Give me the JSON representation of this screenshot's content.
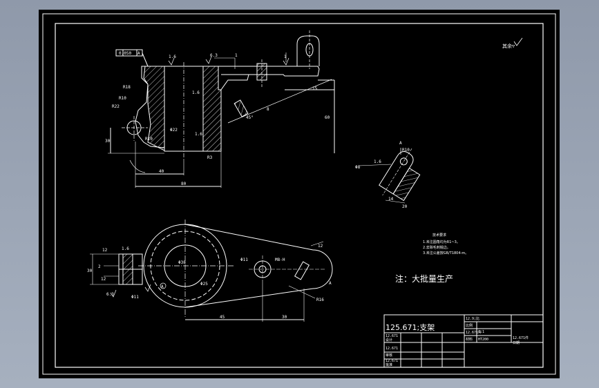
{
  "drawing": {
    "part_code_name": "125.671;支架",
    "production_note": "注：大批量生产",
    "roughness_symbol": "其余▽",
    "tech_req": {
      "title": "技术要求",
      "items": [
        "1.未注圆角均为R1~3。",
        "2.去除毛刺锐边。",
        "3.未注公差按GB/T1804-m。"
      ]
    },
    "title_block": {
      "code_top": "12.9;比",
      "code_mid": "12.671件",
      "code_right": "12.671件",
      "scale": "1:1",
      "material": "HT200",
      "left_codes": [
        "12.671",
        "12.671",
        "12.671"
      ],
      "row_labels": [
        "比例",
        "材料",
        "设计",
        "审核",
        "批准",
        "日期"
      ]
    },
    "front_view": {
      "flatness_frame": "0.050",
      "datum": "A",
      "dims": {
        "width_40": "40",
        "width_80": "80",
        "dim_15": "15",
        "dim_30": "30",
        "dim_60": "60",
        "r18": "R18",
        "r10": "R10",
        "r22": "R22",
        "r3": "R3",
        "rough_1_6a": "1.6",
        "rough_1_6b": "1.6",
        "rough_1_6c": "1.6",
        "rough_6_3": "6.3",
        "phi22": "Φ22",
        "phi15": "15",
        "angle_45": "45°",
        "dim_1": "1",
        "dim_8": "8"
      }
    },
    "aux_view": {
      "a_label": "A",
      "r10": "R10",
      "phi": "Φ8",
      "rough": "1.6",
      "d14": "14",
      "d20": "20"
    },
    "top_view": {
      "dims": {
        "d45": "45",
        "d30": "30",
        "phi38": "Φ38",
        "phi25": "Φ25",
        "phi11": "Φ11",
        "m8": "M8-H",
        "r9": "R9",
        "r16": "R16",
        "d12": "12",
        "d12b": "12",
        "rough_6_3": "6.3",
        "rough_1_6": "1.6",
        "d2": "2",
        "d30v": "30",
        "a_label": "A"
      }
    }
  }
}
